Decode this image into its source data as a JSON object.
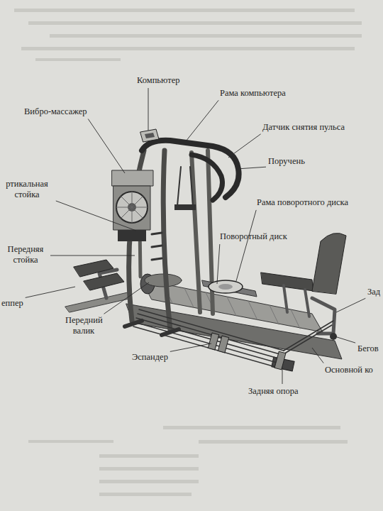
{
  "diagram": {
    "labels": [
      "Компьютер",
      "Рама компьютера",
      "Вибро-массажер",
      "Датчик снятия пульса",
      "Поручень",
      "ртикальная стойка",
      "Рама поворотного диска",
      "Передняя стойка",
      "Поворотный диск",
      "еппер",
      "Передний валик",
      "Эспандер",
      "Зад",
      "Бегов",
      "Основной ко",
      "Задняя опора"
    ]
  }
}
